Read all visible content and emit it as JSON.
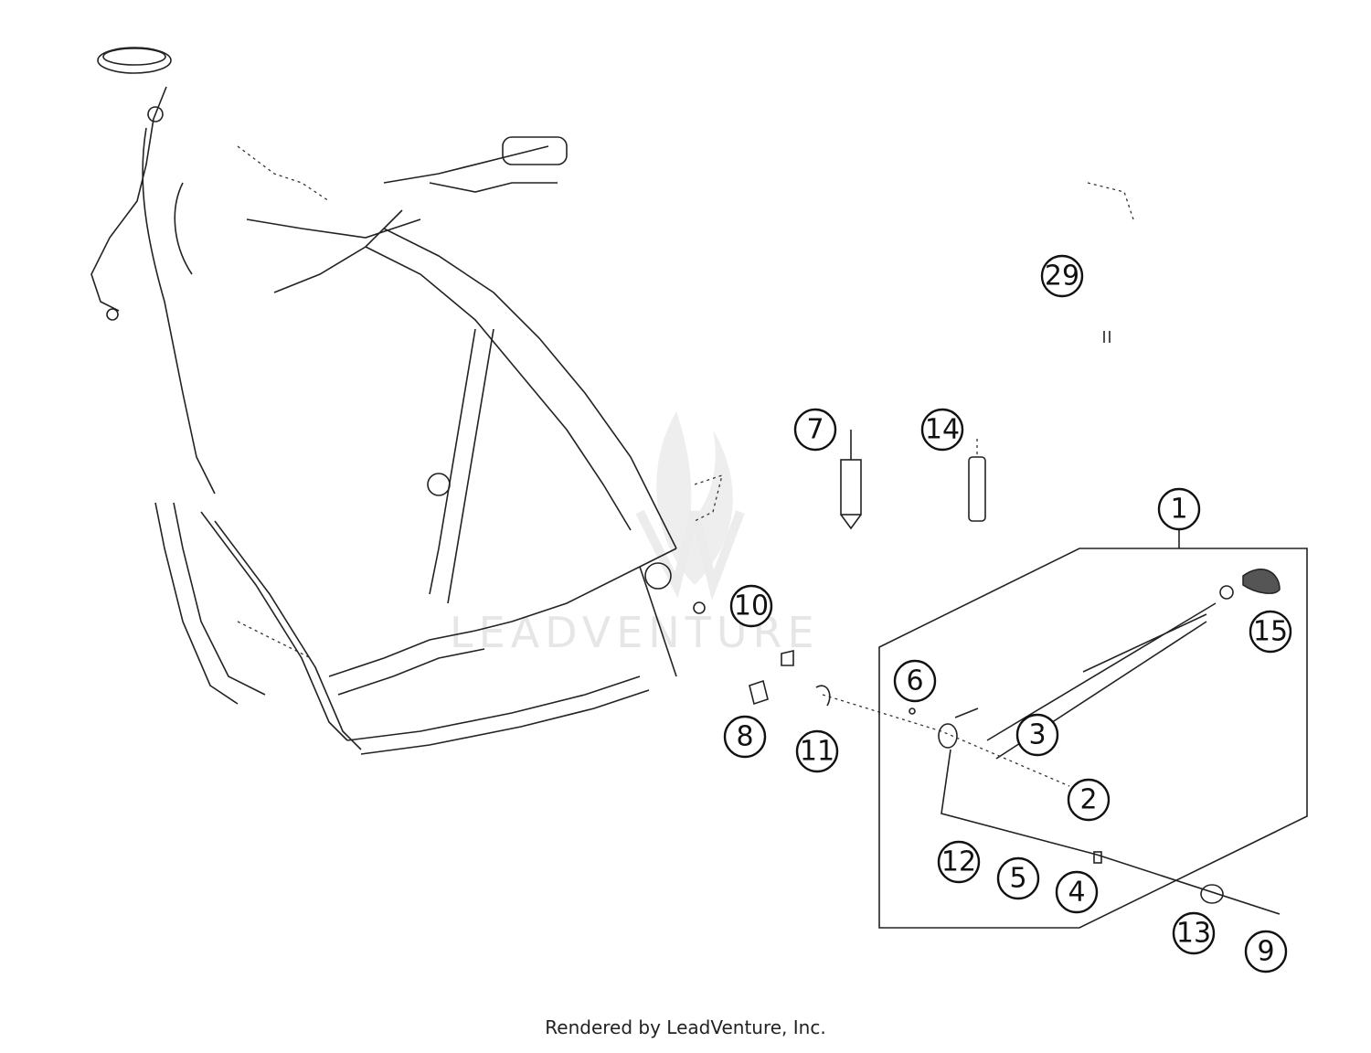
{
  "watermark": "LEADVENTURE",
  "footer": "Rendered by LeadVenture, Inc.",
  "callouts": [
    "29",
    "7",
    "14",
    "1",
    "15",
    "10",
    "6",
    "3",
    "8",
    "11",
    "2",
    "12",
    "5",
    "4",
    "13",
    "9"
  ]
}
